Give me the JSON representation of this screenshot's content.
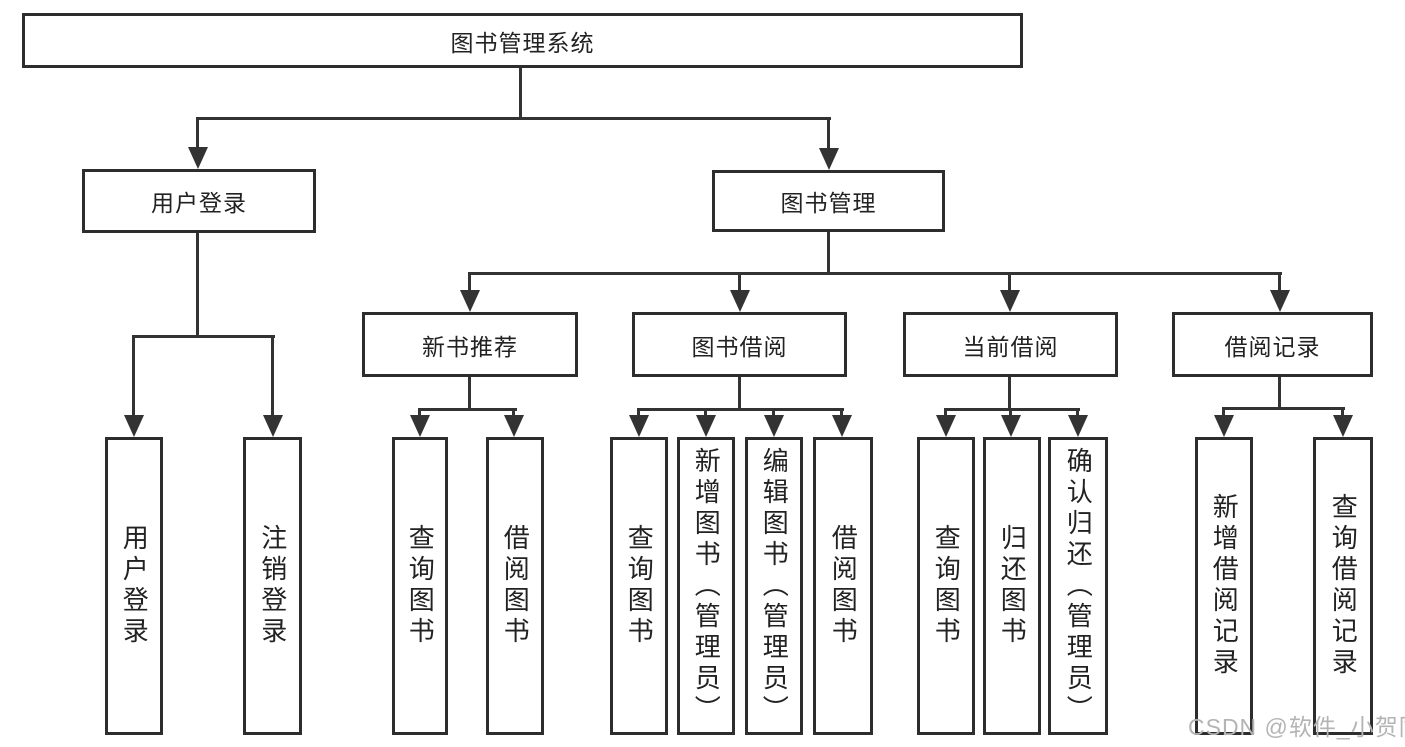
{
  "tree": {
    "root": "图书管理系统",
    "branches": [
      {
        "label": "用户登录",
        "children": [
          "用户登录",
          "注销登录"
        ]
      },
      {
        "label": "图书管理",
        "groups": [
          {
            "label": "新书推荐",
            "children": [
              "查询图书",
              "借阅图书"
            ]
          },
          {
            "label": "图书借阅",
            "children": [
              "查询图书",
              "新增图书（管理员）",
              "编辑图书（管理员）",
              "借阅图书"
            ]
          },
          {
            "label": "当前借阅",
            "children": [
              "查询图书",
              "归还图书",
              "确认归还（管理员）"
            ]
          },
          {
            "label": "借阅记录",
            "children": [
              "新增借阅记录",
              "查询借阅记录"
            ]
          }
        ]
      }
    ]
  },
  "watermark": "CSDN @软件_小贺同学",
  "colors": {
    "line": "#333333",
    "box_border": "#2d2d2d",
    "text": "#222222",
    "watermark": "#b4b4b4",
    "background": "#ffffff"
  }
}
